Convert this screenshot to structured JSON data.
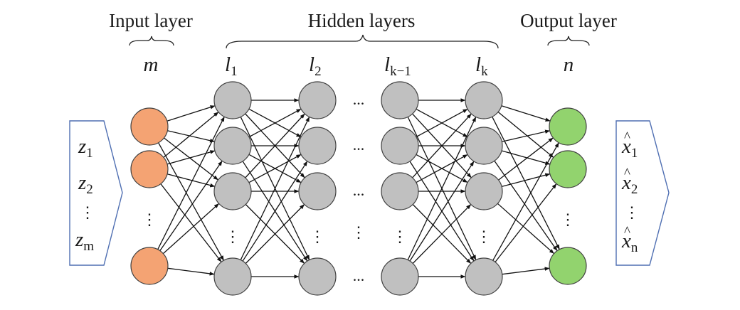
{
  "headers": {
    "input": "Input layer",
    "hidden": "Hidden layers",
    "output": "Output layer"
  },
  "layer_labels": {
    "input": "m",
    "hidden": [
      {
        "base": "l",
        "sub": "1"
      },
      {
        "base": "l",
        "sub": "2"
      },
      {
        "base": "l",
        "sub": "k−1"
      },
      {
        "base": "l",
        "sub": "k"
      }
    ],
    "output": "n"
  },
  "input_box": {
    "items": [
      {
        "base": "z",
        "sub": "1"
      },
      {
        "base": "z",
        "sub": "2"
      },
      {
        "base": "⋮",
        "sub": ""
      },
      {
        "base": "z",
        "sub": "m"
      }
    ]
  },
  "output_box": {
    "items": [
      {
        "base": "x",
        "sub": "1",
        "hat": "^"
      },
      {
        "base": "x",
        "sub": "2",
        "hat": "^"
      },
      {
        "base": "⋮",
        "sub": "",
        "hat": ""
      },
      {
        "base": "x",
        "sub": "n",
        "hat": "^"
      }
    ]
  },
  "ellipsis": "...",
  "vdots": "⋮",
  "colors": {
    "input_node": "#f4a373",
    "hidden_node": "#c0c0c0",
    "output_node": "#92d36e",
    "node_stroke": "#404040",
    "edge": "#111111",
    "box_stroke": "#4f6fb2"
  }
}
